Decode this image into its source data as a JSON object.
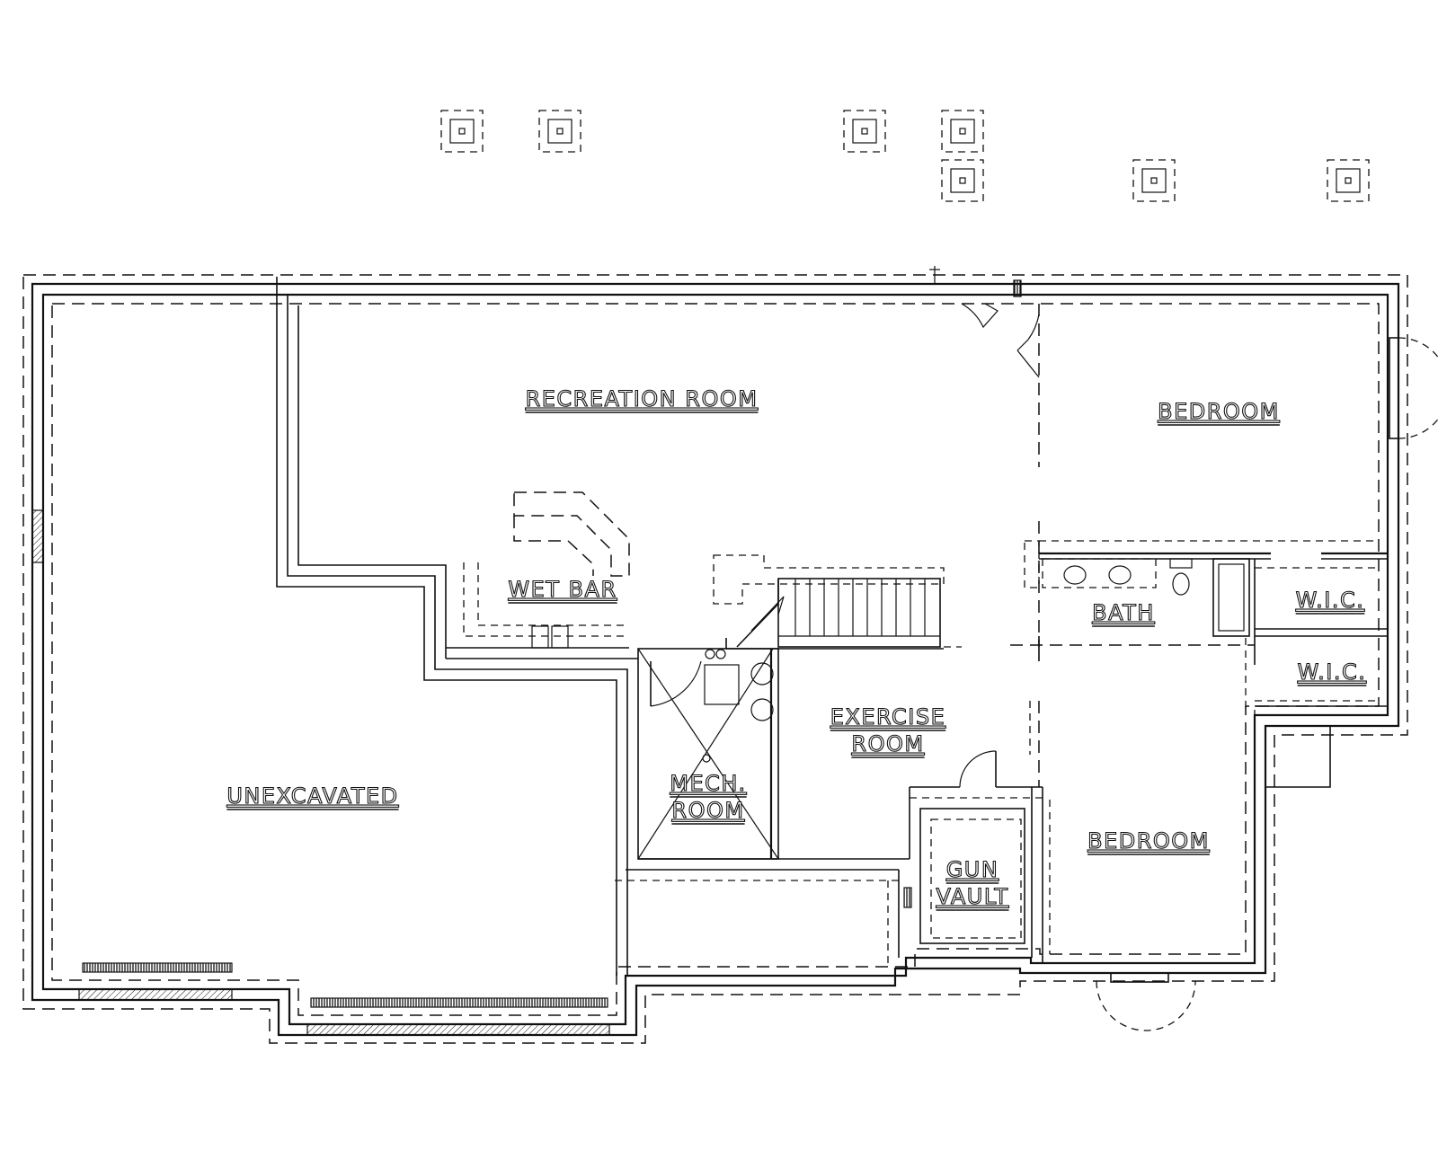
{
  "rooms": {
    "recreation": "RECREATION ROOM",
    "bedroom_upper": "BEDROOM",
    "wet_bar": "WET BAR",
    "bath": "BATH",
    "wic_upper": "W.I.C.",
    "wic_lower": "W.I.C.",
    "exercise_line1": "EXERCISE",
    "exercise_line2": "ROOM",
    "mech_line1": "MECH.",
    "mech_line2": "ROOM",
    "unexcavated": "UNEXCAVATED",
    "bedroom_lower": "BEDROOM",
    "gun_line1": "GUN",
    "gun_line2": "VAULT"
  },
  "colors": {
    "ink": "#111111",
    "paper": "#ffffff"
  }
}
